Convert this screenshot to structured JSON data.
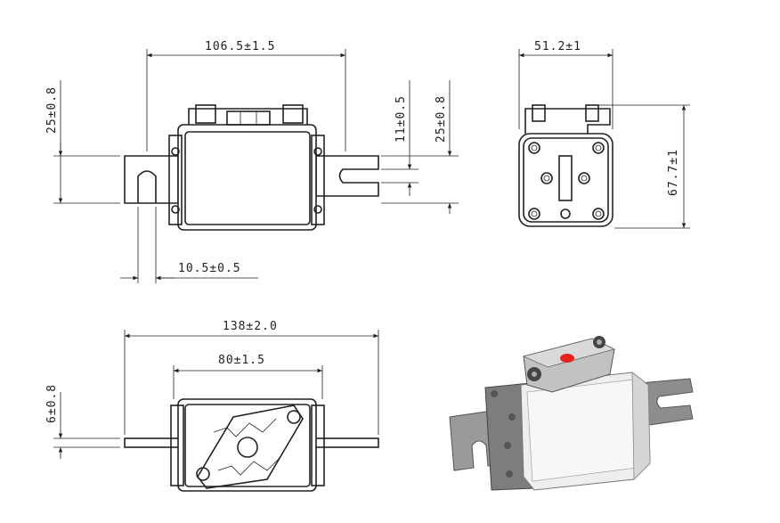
{
  "dimensions": {
    "d_106": "106.5±1.5",
    "d_25a": "25±0.8",
    "d_11": "11±0.5",
    "d_25b": "25±0.8",
    "d_10": "10.5±0.5",
    "d_51": "51.2±1",
    "d_67": "67.7±1",
    "d_138": "138±2.0",
    "d_80": "80±1.5",
    "d_6": "6±0.8"
  },
  "colors": {
    "line": "#222222",
    "indicator": "#e8231c",
    "metal": "#b8b8b8",
    "ceramic": "#eeeeee"
  }
}
